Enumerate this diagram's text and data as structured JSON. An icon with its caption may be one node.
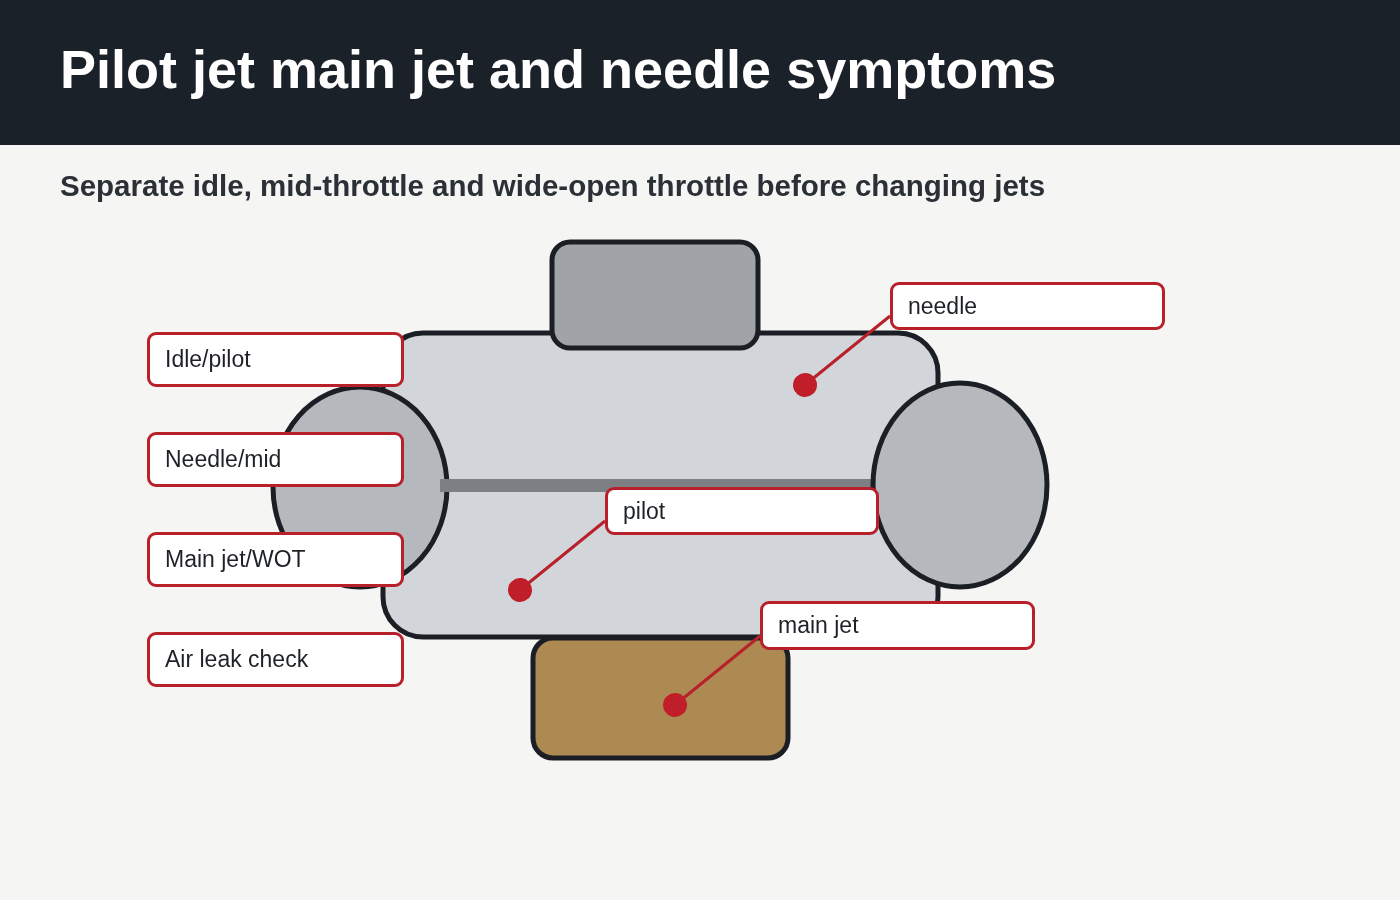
{
  "diagram": {
    "title": "Pilot jet main jet and needle symptoms",
    "nodes": [
      {
        "text": [
          "Idle/pilot"
        ]
      },
      {
        "text": [
          "Needle/mid"
        ]
      },
      {
        "text": [
          "Main jet/WOT"
        ]
      },
      {
        "text": [
          "Air leak check"
        ]
      },
      {
        "text": [
          "needle"
        ]
      },
      {
        "text": [
          "pilot"
        ]
      },
      {
        "text": [
          "main jet"
        ]
      }
    ],
    "edges": [
      {
        "from": 4,
        "to": null,
        "arrow": "other"
      },
      {
        "from": 5,
        "to": null,
        "arrow": "other"
      },
      {
        "from": 6,
        "to": null,
        "arrow": "other"
      }
    ],
    "labels": [
      "Separate idle, mid-throttle and wide-open throttle before changing jets"
    ]
  }
}
